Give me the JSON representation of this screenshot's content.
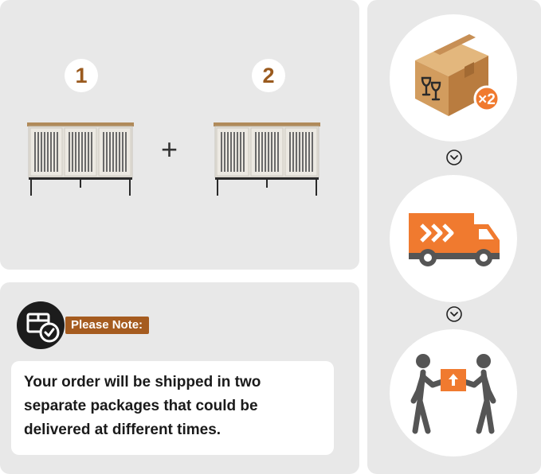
{
  "products": {
    "items": [
      {
        "number": "1"
      },
      {
        "number": "2"
      }
    ],
    "plus": "+"
  },
  "note": {
    "label": "Please Note:",
    "message_lines": [
      "Your order will be shipped in two",
      "separate packages that could be",
      "delivered at different times."
    ]
  },
  "steps": {
    "package_count": "×2",
    "icons": [
      "box-icon",
      "delivery-truck-icon",
      "handover-icon"
    ]
  },
  "colors": {
    "accent": "#a55b1f",
    "orange": "#f07a2f",
    "panel": "#e8e8e8"
  }
}
